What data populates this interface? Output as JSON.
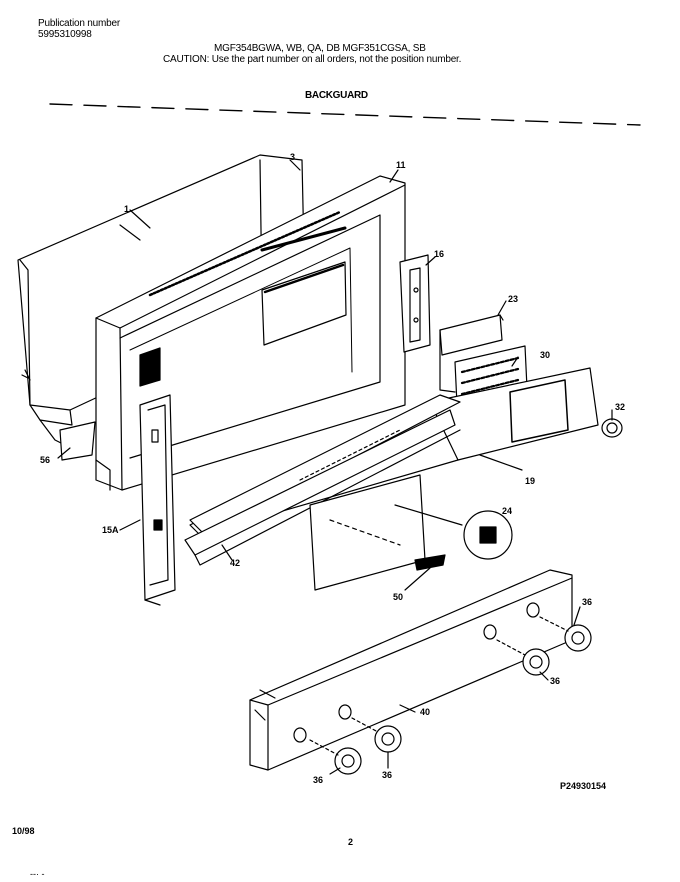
{
  "header": {
    "pub_label": "Publication number",
    "pub_number": "5995310998",
    "models": "MGF354BGWA, WB, QA, DB   MGF351CGSA, SB",
    "caution": "CAUTION:  Use the part number on all orders, not the position number.",
    "section": "BACKGUARD"
  },
  "callouts": {
    "c1": "1",
    "c3": "3",
    "c11": "11",
    "c16": "16",
    "c23": "23",
    "c30": "30",
    "c32": "32",
    "c19": "19",
    "c15a": "15A",
    "c58": "56",
    "c42": "42",
    "c24": "24",
    "c50": "50",
    "c36a": "36",
    "c36b": "36",
    "c36c": "36",
    "c36d": "36",
    "c40": "40"
  },
  "drawing_id": "P24930154",
  "footer": {
    "date": "10/98",
    "page": "2",
    "mark": "--·   -"
  }
}
